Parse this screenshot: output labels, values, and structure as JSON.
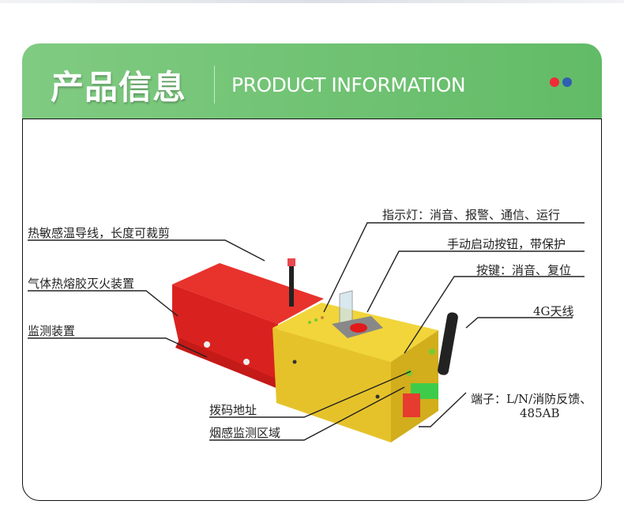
{
  "header": {
    "title_cn": "产品信息",
    "title_en": "PRODUCT INFORMATION",
    "dot_colors": [
      "#ee2b36",
      "#2e5fb0"
    ],
    "accent": "#6dc270"
  },
  "labels": {
    "cable": "热敏感温导线，长度可裁剪",
    "extinguisher": "气体热熔胶灭火装置",
    "monitor": "监测装置",
    "indicator": "指示灯：消音、报警、通信、运行",
    "manual_button": "手动启动按钮，带保护",
    "keys": "按键：消音、复位",
    "antenna": "4G天线",
    "terminal_line1": "端子：L/N/消防反馈、",
    "terminal_line2": "485AB",
    "dip": "拨码地址",
    "smoke": "烟感监测区域"
  }
}
